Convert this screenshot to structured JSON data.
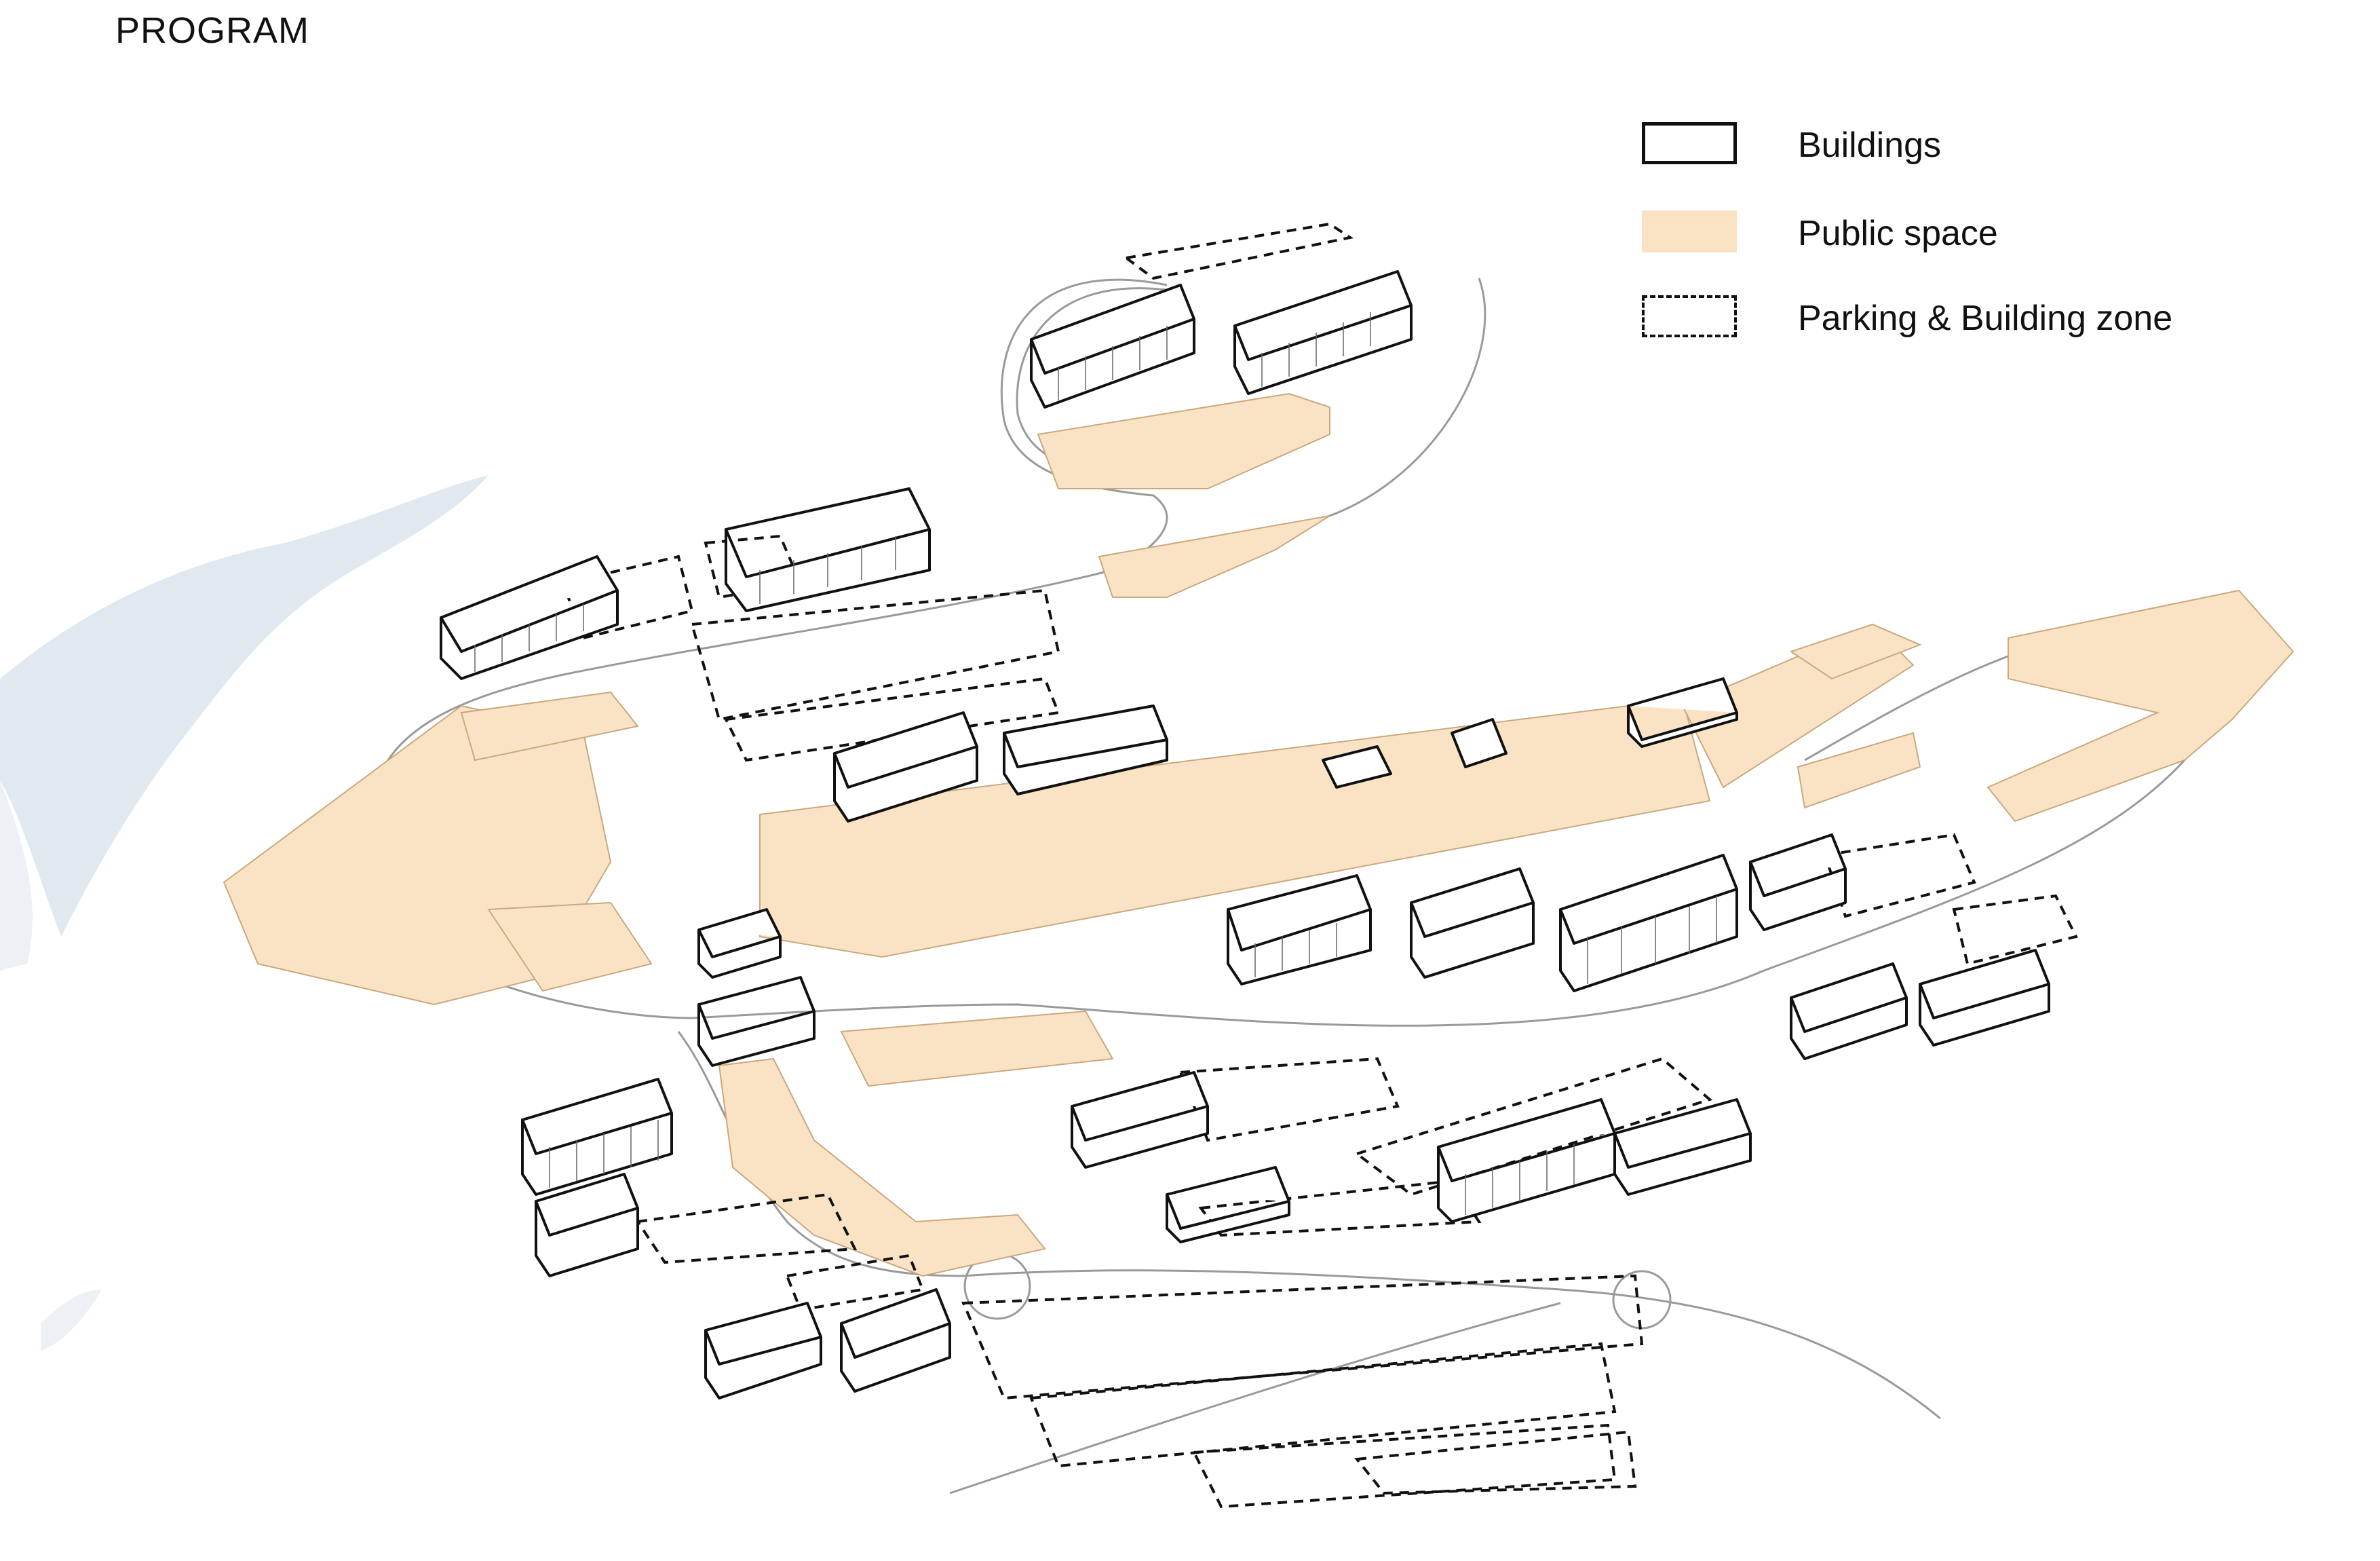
{
  "title": "PROGRAM",
  "legend": {
    "items": [
      {
        "label": "Buildings",
        "style": "outline"
      },
      {
        "label": "Public space",
        "style": "fill",
        "color": "#f9e3c4"
      },
      {
        "label": "Parking & Building zone",
        "style": "dashed"
      }
    ]
  },
  "colors": {
    "public_space": "#f9e3c4",
    "public_space_edge": "#c9a97f",
    "building_stroke": "#111111",
    "terrain_shadow": "#dde6ef"
  }
}
